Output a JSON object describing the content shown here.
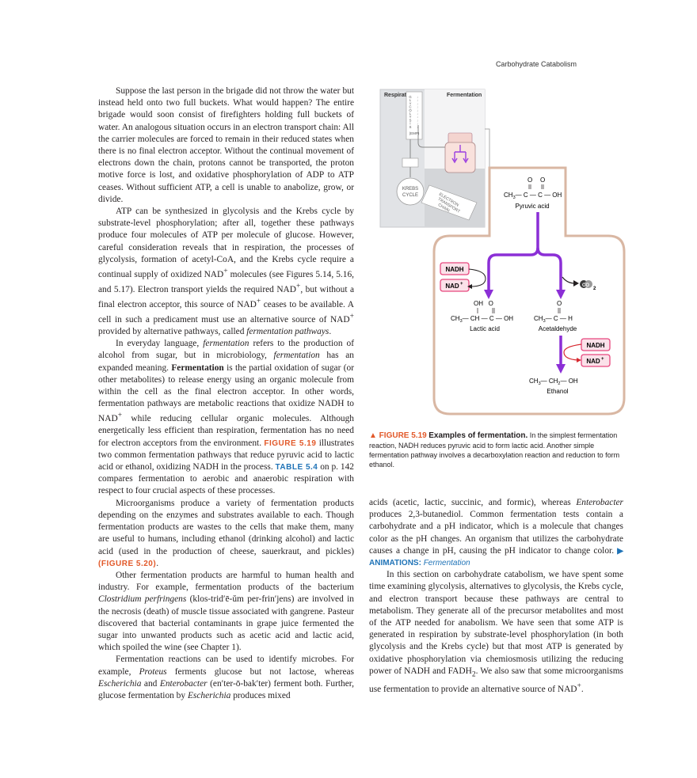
{
  "running_head": "Carbohydrate Catabolism",
  "left_column": {
    "p1": "Suppose the last person in the brigade did not throw the water but instead held onto two full buckets. What would happen? The entire brigade would soon consist of firefighters holding full buckets of water. An analogous situation occurs in an electron transport chain: All the carrier molecules are forced to remain in their reduced states when there is no final electron acceptor. Without the continual movement of electrons down the chain, protons cannot be transported, the proton motive force is lost, and oxidative phosphorylation of ADP to ATP ceases. Without sufficient ATP, a cell is unable to anabolize, grow, or divide.",
    "p2_a": "ATP can be synthesized in glycolysis and the Krebs cycle by substrate-level phosphorylation; after all, together these pathways produce four molecules of ATP per molecule of glucose. However, careful consideration reveals that in respiration, the processes of glycolysis, formation of acetyl-CoA, and the Krebs cycle require a continual supply of oxidized NAD",
    "p2_b": " molecules (see Figures 5.14, 5.16, and 5.17). Electron transport yields the required NAD",
    "p2_c": ", but without a final electron acceptor, this source of NAD",
    "p2_d": " ceases to be available. A cell in such a predicament must use an alternative source of NAD",
    "p2_e": " provided by alternative pathways, called ",
    "p2_term": "fermentation pathways",
    "p2_end": ".",
    "p3_a": "In everyday language, ",
    "p3_term1": "fermentation",
    "p3_b": " refers to the production of alcohol from sugar, but in microbiology, ",
    "p3_term2": "fermentation",
    "p3_c": " has an expanded meaning. ",
    "p3_bold": "Fermentation",
    "p3_d": " is the partial oxidation of sugar (or other metabolites) to release energy using an organic molecule from within the cell as the final electron acceptor. In other words, fermentation pathways are metabolic reactions that oxidize NADH to NAD",
    "p3_e": " while reducing cellular organic molecules. Although energetically less efficient than respiration, fermentation has no need for electron acceptors from the environment. ",
    "p3_ref": "FIGURE 5.19",
    "p3_f": " illustrates two common fermentation pathways that reduce pyruvic acid to lactic acid or ethanol, oxidizing NADH in the process. ",
    "p3_table": "TABLE 5.4",
    "p3_g": " on p. 142 compares fermentation to aerobic and anaerobic respiration with respect to four crucial aspects of these processes.",
    "p4_a": "Microorganisms produce a variety of fermentation products depending on the enzymes and substrates available to each. Though fermentation products are wastes to the cells that make them, many are useful to humans, including ethanol (drinking alcohol) and lactic acid (used in the production of cheese, sauerkraut, and pickles) ",
    "p4_ref": "(FIGURE 5.20)",
    "p4_end": ".",
    "p5_a": "Other fermentation products are harmful to human health and industry. For example, fermentation products of the bacterium ",
    "p5_species": "Clostridium perfringens",
    "p5_b": " (klos-trid′ē-ŭm per-frin′jens) are involved in the necrosis (death) of muscle tissue associated with gangrene. Pasteur discovered that bacterial contaminants in grape juice fermented the sugar into unwanted products such as acetic acid and lactic acid, which spoiled the wine (see Chapter 1).",
    "p6_a": "Fermentation reactions can be used to identify microbes. For example, ",
    "p6_sp1": "Proteus",
    "p6_b": " ferments glucose but not lactose, whereas ",
    "p6_sp2": "Escherichia",
    "p6_c": " and ",
    "p6_sp3": "Enterobacter",
    "p6_d": " (en′ter-ō-bak′ter) ferment both. Further, glucose fermentation by ",
    "p6_sp4": "Escherichia",
    "p6_e": " produces mixed"
  },
  "right_column": {
    "p1_a": "acids (acetic, lactic, succinic, and formic), whereas ",
    "p1_sp": "Enterobacter",
    "p1_b": " produces 2,3-butanediol. Common fermentation tests contain a carbohydrate and a pH indicator, which is a molecule that changes color as the pH changes. An organism that utilizes the carbohydrate causes a change in pH, causing the pH indicator to change color. ",
    "p1_anim": "▶ ANIMATIONS: ",
    "p1_anim_link": "Fermentation",
    "p2_a": "In this section on carbohydrate catabolism, we have spent some time examining glycolysis, alternatives to glycolysis, the Krebs cycle, and electron transport because these pathways are central to metabolism. They generate all of the precursor metabolites and most of the ATP needed for anabolism. We have seen that some ATP is generated in respiration by substrate-level phosphorylation (in both glycolysis and the Krebs cycle) but that most ATP is generated by oxidative phosphorylation via chemiosmosis utilizing the reducing power of NADH and FADH",
    "p2_sub": "2",
    "p2_b": ". We also saw that some microorganisms use fermentation to provide an alternative source of NAD",
    "p2_end": "."
  },
  "sup_plus": "+",
  "caption": {
    "label": "▲ FIGURE 5.19",
    "title": "Examples of fermentation.",
    "text": " In the simplest fermentation reaction, NADH reduces pyruvic acid to form lactic acid. Another simple fermentation pathway involves a decarboxylation reaction and reduction to form ethanol."
  },
  "figure": {
    "respiration": "Respiration",
    "fermentation": "Fermentation",
    "glycolysis_letters": [
      "G",
      "L",
      "Y",
      "C",
      "O",
      "L",
      "Y",
      "S",
      "I",
      "S"
    ],
    "emp": "(EMP)",
    "krebs_line1": "KREBS",
    "krebs_line2": "CYCLE",
    "etc_line1": "ELECTRON",
    "etc_line2": "TRANSPORT",
    "etc_line3": "CHAIN",
    "pyruvic_o": "O",
    "pyruvic_formula_ch3": "CH",
    "pyruvic_formula_sub": "3",
    "pyruvic_formula_rest": "— C — C — OH",
    "pyruvic_name": "Pyruvic acid",
    "nadh": "NADH",
    "nad": "NAD",
    "co2": "CO",
    "co2_sub": "2",
    "lactic_top": "OH   O",
    "lactic_formula": "— CH — C — OH",
    "lactic_name": "Lactic acid",
    "acet_top": "O",
    "acet_formula": "— C — H",
    "acet_name": "Acetaldehyde",
    "ethanol_formula": "— CH",
    "ethanol_formula_b": "— OH",
    "ethanol_name": "Ethanol",
    "colors": {
      "purple": "#8b2fd6",
      "pink": "#e7477e",
      "frame": "#d9b7a3",
      "red": "#d7282f"
    }
  }
}
